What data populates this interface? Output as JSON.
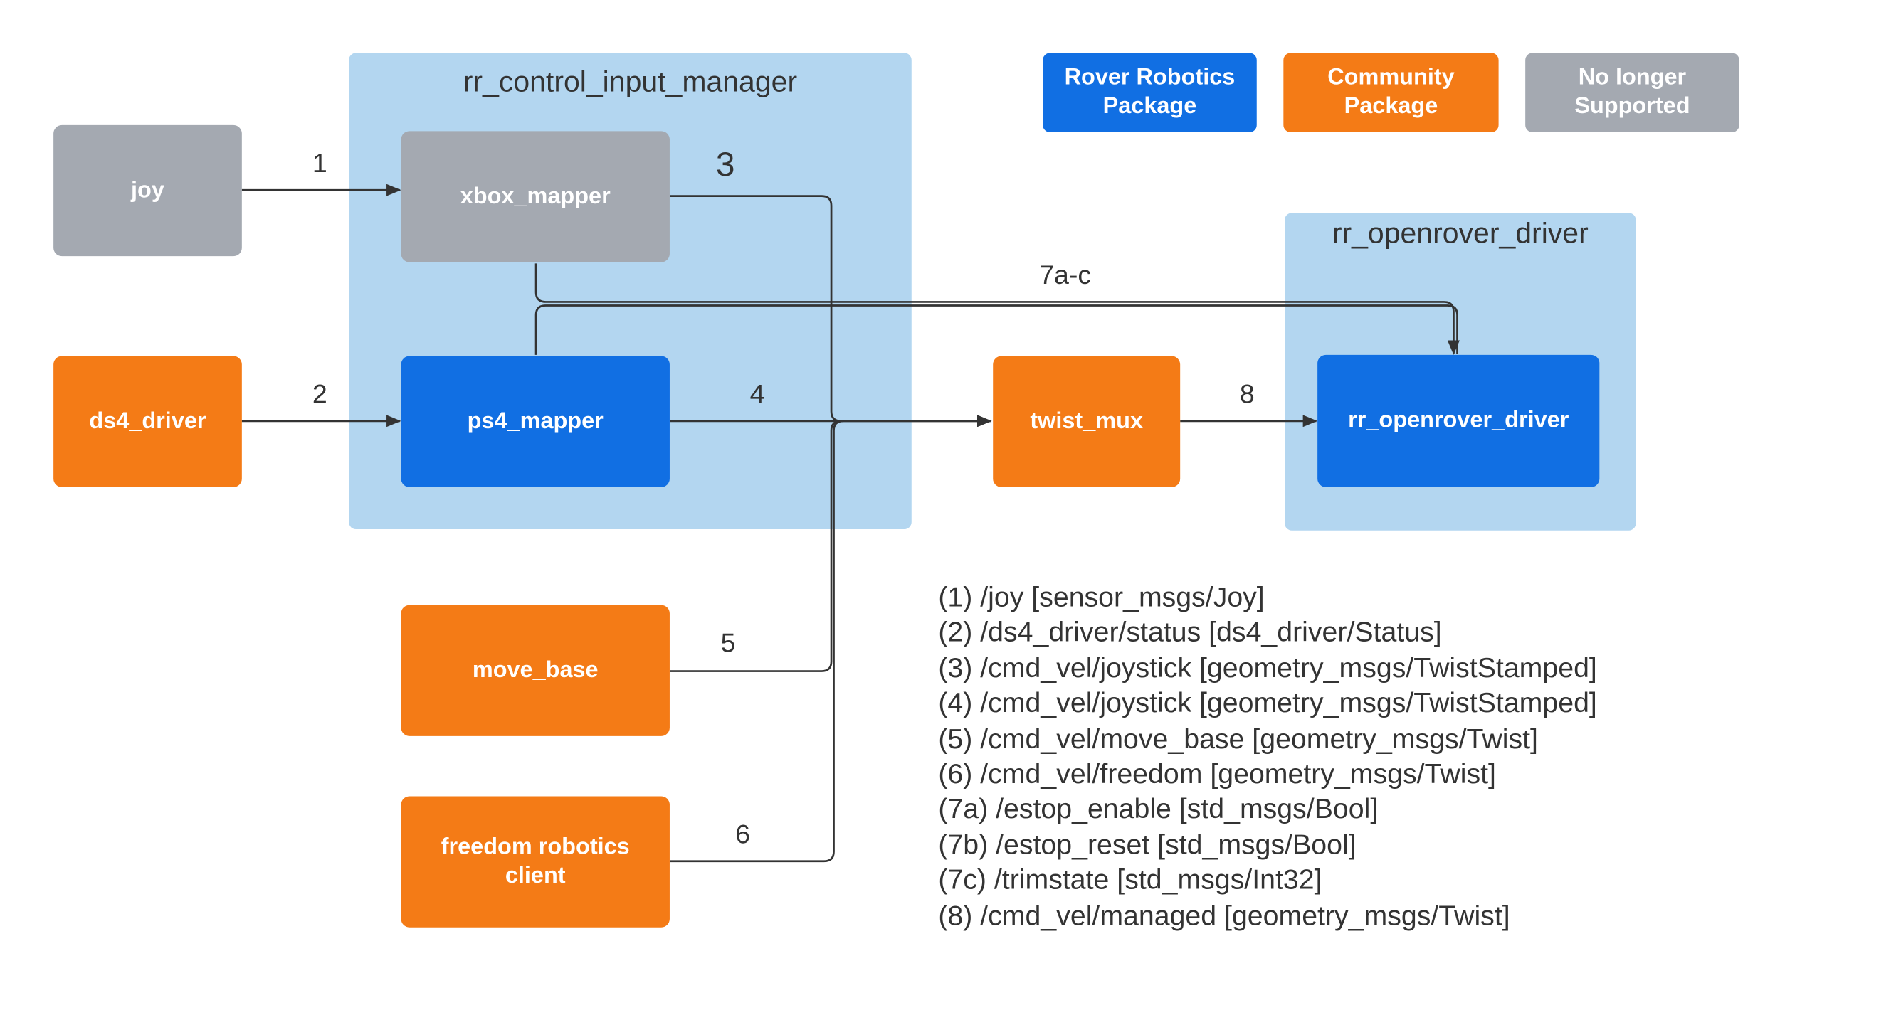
{
  "legend": {
    "rover": "Rover Robotics\nPackage",
    "community": "Community\nPackage",
    "unsupported": "No longer\nSupported",
    "colors": {
      "rover": "#116fe3",
      "community": "#f47b16",
      "unsupported": "#a4a9b1",
      "group": "#b3d6f0"
    }
  },
  "groups": {
    "input_manager": "rr_control_input_manager",
    "openrover": "rr_openrover_driver"
  },
  "nodes": {
    "joy": "joy",
    "ds4_driver": "ds4_driver",
    "xbox_mapper": "xbox_mapper",
    "ps4_mapper": "ps4_mapper",
    "twist_mux": "twist_mux",
    "rr_openrover_driver": "rr_openrover_driver",
    "move_base": "move_base",
    "freedom_client": "freedom robotics\nclient"
  },
  "edges": {
    "e1": "1",
    "e2": "2",
    "e3": "3",
    "e4": "4",
    "e5": "5",
    "e6": "6",
    "e7": "7a-c",
    "e8": "8"
  },
  "topics": [
    "(1)  /joy [sensor_msgs/Joy]",
    "(2)  /ds4_driver/status  [ds4_driver/Status]",
    "(3) /cmd_vel/joystick [geometry_msgs/TwistStamped]",
    "(4) /cmd_vel/joystick [geometry_msgs/TwistStamped]",
    "(5) /cmd_vel/move_base [geometry_msgs/Twist]",
    "(6) /cmd_vel/freedom [geometry_msgs/Twist]",
    "(7a) /estop_enable [std_msgs/Bool]",
    "(7b) /estop_reset [std_msgs/Bool]",
    "(7c) /trimstate [std_msgs/Int32]",
    "(8) /cmd_vel/managed [geometry_msgs/Twist]"
  ]
}
